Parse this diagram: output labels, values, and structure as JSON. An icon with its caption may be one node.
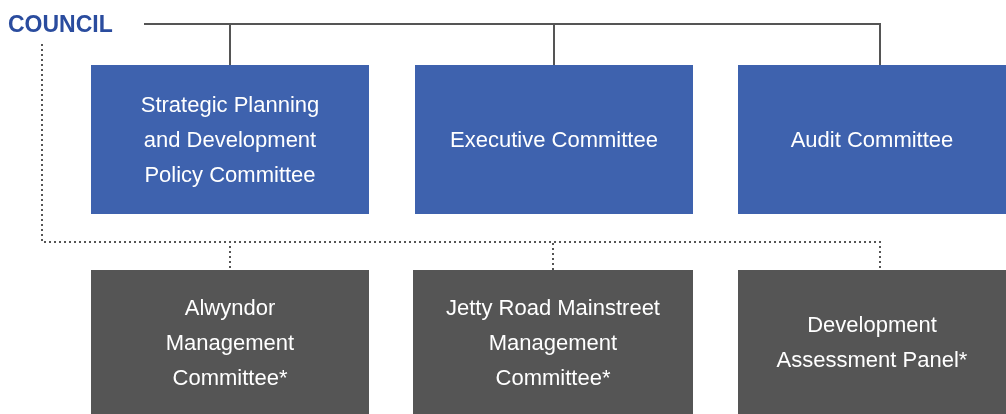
{
  "diagram": {
    "nodes": [
      {
        "text": [
          "COUNCIL"
        ]
      },
      {
        "text": [
          "Strategic Planning and Development Policy Committee"
        ]
      },
      {
        "text": [
          "Executive Committee"
        ]
      },
      {
        "text": [
          "Audit Committee"
        ]
      },
      {
        "text": [
          "Alwyndor Management Committee*"
        ]
      },
      {
        "text": [
          "Jetty Road Mainstreet Management Committee*"
        ]
      },
      {
        "text": [
          "Development Assessment Panel*"
        ]
      }
    ],
    "edges": [
      {
        "from": 0,
        "to": 1,
        "arrow": "none"
      },
      {
        "from": 0,
        "to": 2,
        "arrow": "none"
      },
      {
        "from": 0,
        "to": 3,
        "arrow": "none"
      },
      {
        "from": 0,
        "to": 4,
        "arrow": "none",
        "style": "dashed"
      },
      {
        "from": 0,
        "to": 5,
        "arrow": "none",
        "style": "dashed"
      },
      {
        "from": 0,
        "to": 6,
        "arrow": "none",
        "style": "dashed"
      }
    ]
  }
}
